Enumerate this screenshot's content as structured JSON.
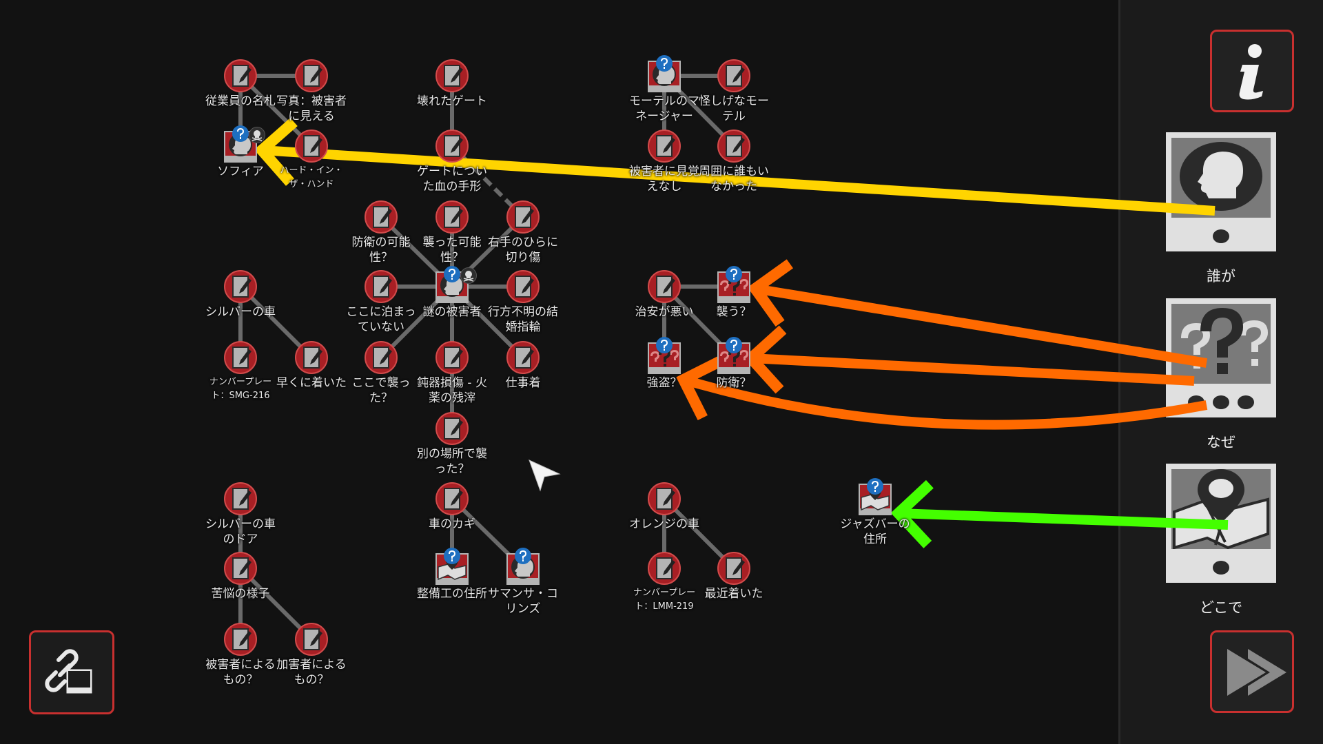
{
  "nodes": [
    {
      "id": "n1",
      "type": "note",
      "label": "従業員の名札"
    },
    {
      "id": "n2",
      "type": "note",
      "label": "写真：被害者に見える"
    },
    {
      "id": "n3",
      "type": "person",
      "label": "ソフィア",
      "question": true,
      "dead": true
    },
    {
      "id": "n4",
      "type": "note",
      "label": "ハード・イン・ザ・ハンド",
      "small": true
    },
    {
      "id": "g1",
      "type": "note",
      "label": "壊れたゲート"
    },
    {
      "id": "g2",
      "type": "note",
      "label": "ゲートについた血の手形"
    },
    {
      "id": "g3",
      "type": "note",
      "label": "防衛の可能性？"
    },
    {
      "id": "g4",
      "type": "note",
      "label": "襲った可能性？"
    },
    {
      "id": "g5",
      "type": "note",
      "label": "右手のひらに切り傷"
    },
    {
      "id": "v",
      "type": "person",
      "label": "謎の被害者",
      "question": true,
      "dead": true
    },
    {
      "id": "g6",
      "type": "note",
      "label": "ここに泊まっていない"
    },
    {
      "id": "g7",
      "type": "note",
      "label": "行方不明の結婚指輪"
    },
    {
      "id": "g8",
      "type": "note",
      "label": "ここで襲った？"
    },
    {
      "id": "g9",
      "type": "note",
      "label": "鈍器損傷 - 火薬の残滓"
    },
    {
      "id": "g10",
      "type": "note",
      "label": "仕事着"
    },
    {
      "id": "g11",
      "type": "note",
      "label": "別の場所で襲った？"
    },
    {
      "id": "m1",
      "type": "person",
      "label": "モーテルのマネージャー",
      "question": true
    },
    {
      "id": "m2",
      "type": "note",
      "label": "怪しげなモーテル"
    },
    {
      "id": "m3",
      "type": "note",
      "label": "被害者に見覚えなし"
    },
    {
      "id": "m4",
      "type": "note",
      "label": "周囲に誰もいなかった"
    },
    {
      "id": "c1",
      "type": "note",
      "label": "シルバーの車"
    },
    {
      "id": "c2",
      "type": "note",
      "label": "ナンバープレート：SMG-216",
      "small": true
    },
    {
      "id": "c3",
      "type": "note",
      "label": "早くに着いた"
    },
    {
      "id": "w1",
      "type": "note",
      "label": "治安が悪い"
    },
    {
      "id": "w2",
      "type": "motive",
      "label": "襲う？",
      "question": true
    },
    {
      "id": "w3",
      "type": "motive",
      "label": "強盗？",
      "question": true
    },
    {
      "id": "w4",
      "type": "motive",
      "label": "防衛？",
      "question": true
    },
    {
      "id": "d1",
      "type": "note",
      "label": "シルバーの車のドア"
    },
    {
      "id": "d2",
      "type": "note",
      "label": "苦悩の様子"
    },
    {
      "id": "d3",
      "type": "note",
      "label": "被害者によるもの？"
    },
    {
      "id": "d4",
      "type": "note",
      "label": "加害者によるもの？"
    },
    {
      "id": "k1",
      "type": "note",
      "label": "車のカギ"
    },
    {
      "id": "k2",
      "type": "place",
      "label": "整備工の住所",
      "question": true
    },
    {
      "id": "k3",
      "type": "person",
      "label": "サマンサ・コリンズ",
      "question": true
    },
    {
      "id": "o1",
      "type": "note",
      "label": "オレンジの車"
    },
    {
      "id": "o2",
      "type": "note",
      "label": "ナンバープレート：LMM-219",
      "small": true
    },
    {
      "id": "o3",
      "type": "note",
      "label": "最近着いた"
    },
    {
      "id": "j1",
      "type": "place",
      "label": "ジャズバーの住所",
      "question": true
    }
  ],
  "edges": [
    [
      "n1",
      "n2"
    ],
    [
      "n1",
      "n3"
    ],
    [
      "n1",
      "n4"
    ],
    [
      "g1",
      "g2"
    ],
    [
      "g2",
      "g5",
      "dashed"
    ],
    [
      "g3",
      "v"
    ],
    [
      "g4",
      "v"
    ],
    [
      "g5",
      "v"
    ],
    [
      "g6",
      "v"
    ],
    [
      "g7",
      "v"
    ],
    [
      "g8",
      "v"
    ],
    [
      "g9",
      "v"
    ],
    [
      "g10",
      "v"
    ],
    [
      "g9",
      "g11"
    ],
    [
      "m1",
      "m2"
    ],
    [
      "m1",
      "m3"
    ],
    [
      "m1",
      "m4"
    ],
    [
      "c1",
      "c2"
    ],
    [
      "c1",
      "c3"
    ],
    [
      "w1",
      "w2"
    ],
    [
      "w1",
      "w3"
    ],
    [
      "w1",
      "w4"
    ],
    [
      "d1",
      "d2"
    ],
    [
      "d2",
      "d3"
    ],
    [
      "d2",
      "d4"
    ],
    [
      "k1",
      "k2"
    ],
    [
      "k1",
      "k3"
    ],
    [
      "o1",
      "o2"
    ],
    [
      "o1",
      "o3"
    ]
  ],
  "panel": {
    "info_icon": "info-icon",
    "categories": [
      {
        "label": "誰が",
        "icon": "head-icon"
      },
      {
        "label": "なぜ",
        "icon": "question-marks-icon"
      },
      {
        "label": "どこで",
        "icon": "map-pin-icon"
      }
    ],
    "next_icon": "fast-forward-icon"
  },
  "link_icon": "link-icon",
  "assignments": [
    {
      "from": "誰が",
      "to": "ソフィア",
      "color": "#ffd400"
    },
    {
      "from": "なぜ",
      "to": "襲う？",
      "color": "#ff6a00"
    },
    {
      "from": "なぜ",
      "to": "防衛？",
      "color": "#ff6a00"
    },
    {
      "from": "なぜ",
      "to": "強盗？",
      "color": "#ff6a00"
    },
    {
      "from": "どこで",
      "to": "ジャズバーの住所",
      "color": "#44ff00"
    }
  ],
  "colors": {
    "node_red": "#a81f24",
    "badge_blue": "#1e6fc0",
    "button_border": "#c8302f",
    "edge": "#6a6a6a"
  }
}
